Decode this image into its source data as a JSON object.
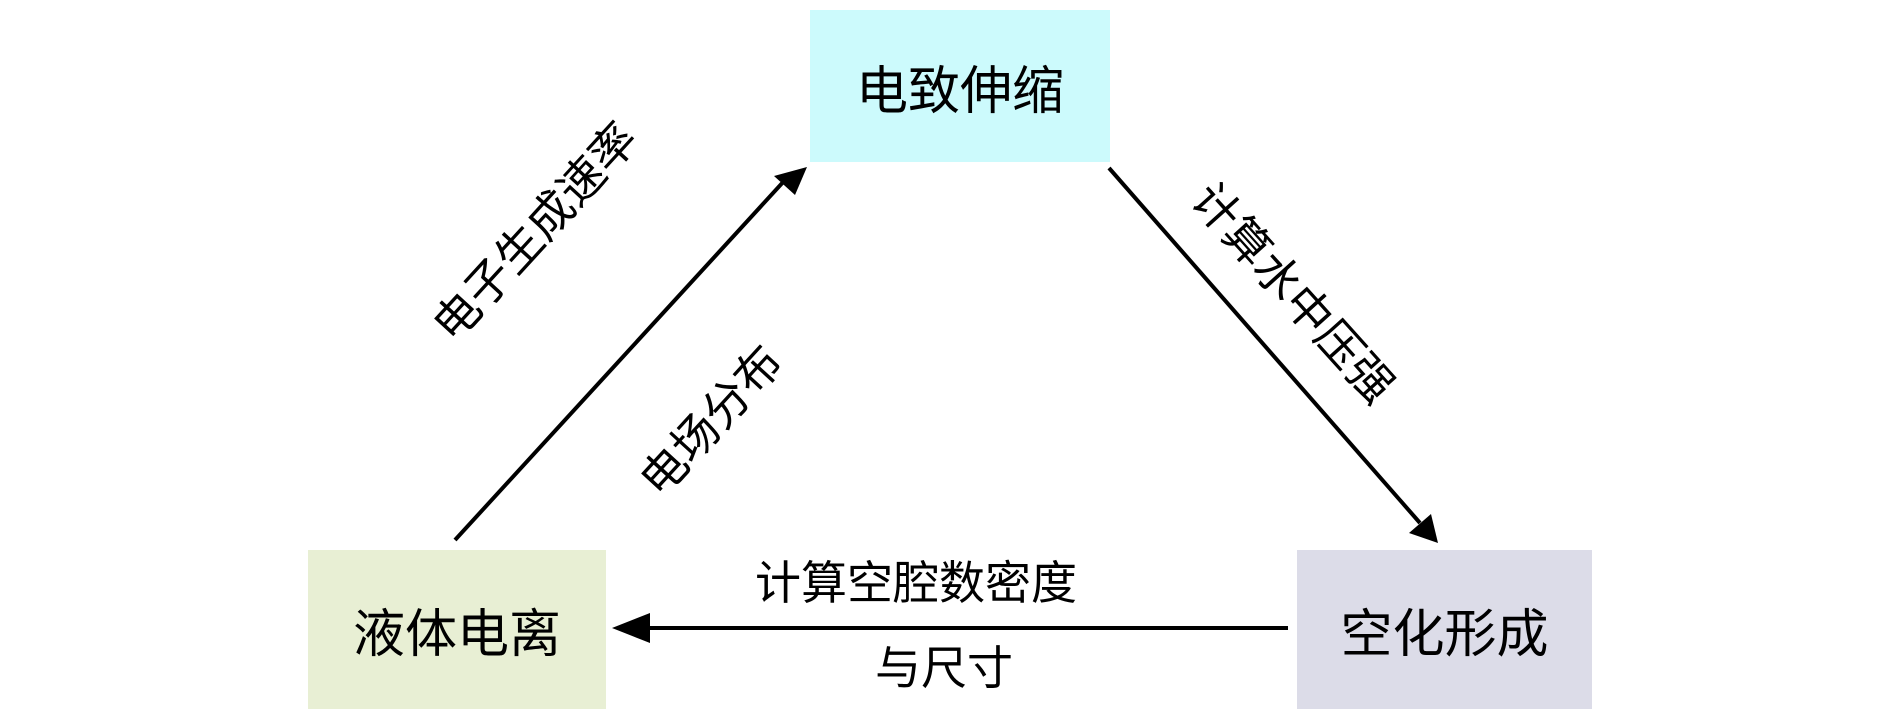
{
  "nodes": {
    "top": {
      "label": "电致伸缩",
      "fill": "#ccfafc"
    },
    "left": {
      "label": "液体电离",
      "fill": "#e8efd4"
    },
    "right": {
      "label": "空化形成",
      "fill": "#dcdce8"
    }
  },
  "edges": {
    "left_to_top": {
      "label_1": "电子生成速率",
      "label_2": "电场分布"
    },
    "top_to_right": {
      "label": "计算水中压强"
    },
    "right_to_left": {
      "label_1": "计算空腔数密度",
      "label_2": "与尺寸"
    }
  },
  "colors": {
    "arrow": "#000000"
  }
}
